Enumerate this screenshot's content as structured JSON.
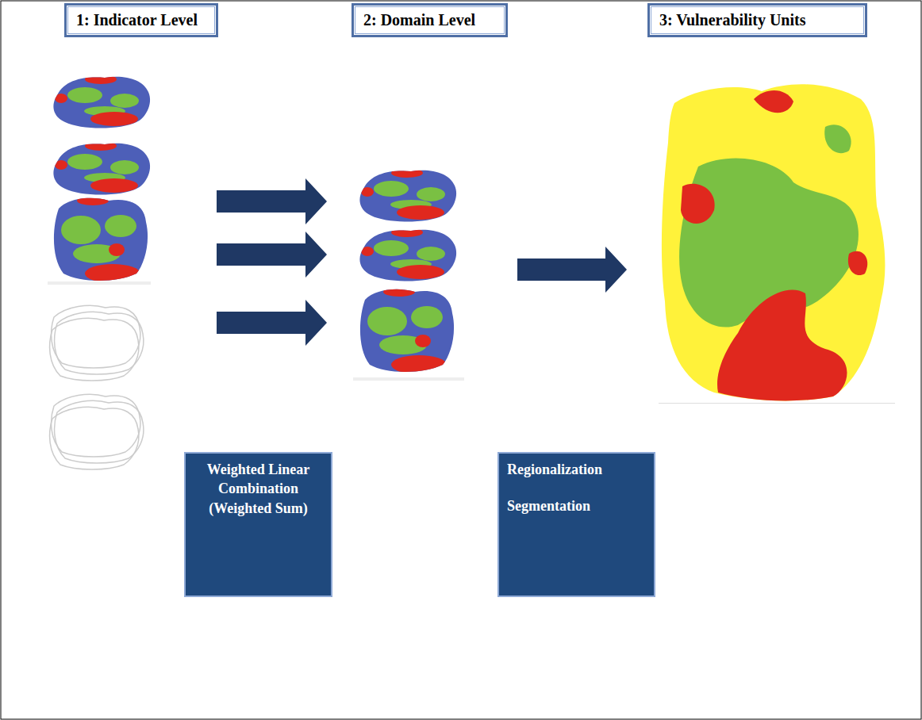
{
  "diagram": {
    "nodes": [
      {
        "text": [
          "1: Indicator Level"
        ]
      },
      {
        "text": [
          "2: Domain Level"
        ]
      },
      {
        "text": [
          "3: Vulnerability Units"
        ]
      },
      {
        "text": [
          "Weighted Linear Combination (Weighted Sum)"
        ]
      },
      {
        "text": [
          "Regionalization",
          "Segmentation"
        ]
      }
    ]
  }
}
